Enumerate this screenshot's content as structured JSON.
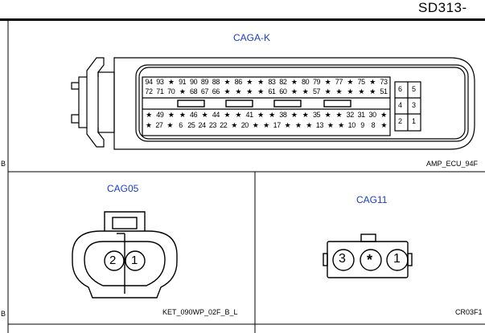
{
  "header": {
    "page_code": "SD313-"
  },
  "connector_top": {
    "title": "CAGA-K",
    "part_code": "AMP_ECU_94F",
    "row1": [
      "94",
      "93",
      "★",
      "91",
      "90",
      "89",
      "88",
      "★",
      "86",
      "★",
      "★",
      "83",
      "82",
      "★",
      "80",
      "79",
      "★",
      "77",
      "★",
      "75",
      "★",
      "73"
    ],
    "row2": [
      "72",
      "71",
      "70",
      "★",
      "68",
      "67",
      "66",
      "★",
      "★",
      "★",
      "★",
      "61",
      "60",
      "★",
      "★",
      "57",
      "★",
      "★",
      "★",
      "★",
      "★",
      "51"
    ],
    "row3": [
      "★",
      "49",
      "★",
      "★",
      "46",
      "★",
      "44",
      "★",
      "★",
      "41",
      "★",
      "★",
      "38",
      "★",
      "★",
      "35",
      "★",
      "★",
      "32",
      "31",
      "30",
      "★"
    ],
    "row4": [
      "★",
      "27",
      "★",
      "6",
      "25",
      "24",
      "23",
      "22",
      "★",
      "20",
      "★",
      "★",
      "17",
      "★",
      "★",
      "★",
      "13",
      "★",
      "★",
      "10",
      "9",
      "8",
      "★"
    ],
    "side_pins": [
      "6",
      "5",
      "4",
      "3",
      "2",
      "1"
    ]
  },
  "connector_left": {
    "title": "CAG05",
    "part_code": "KET_090WP_02F_B_L",
    "pins": [
      "2",
      "1"
    ]
  },
  "connector_right": {
    "title": "CAG11",
    "part_code": "CR03F1",
    "pins": [
      "3",
      "*",
      "1"
    ]
  },
  "edge_marks": {
    "left_1": "B",
    "left_2": "B"
  }
}
